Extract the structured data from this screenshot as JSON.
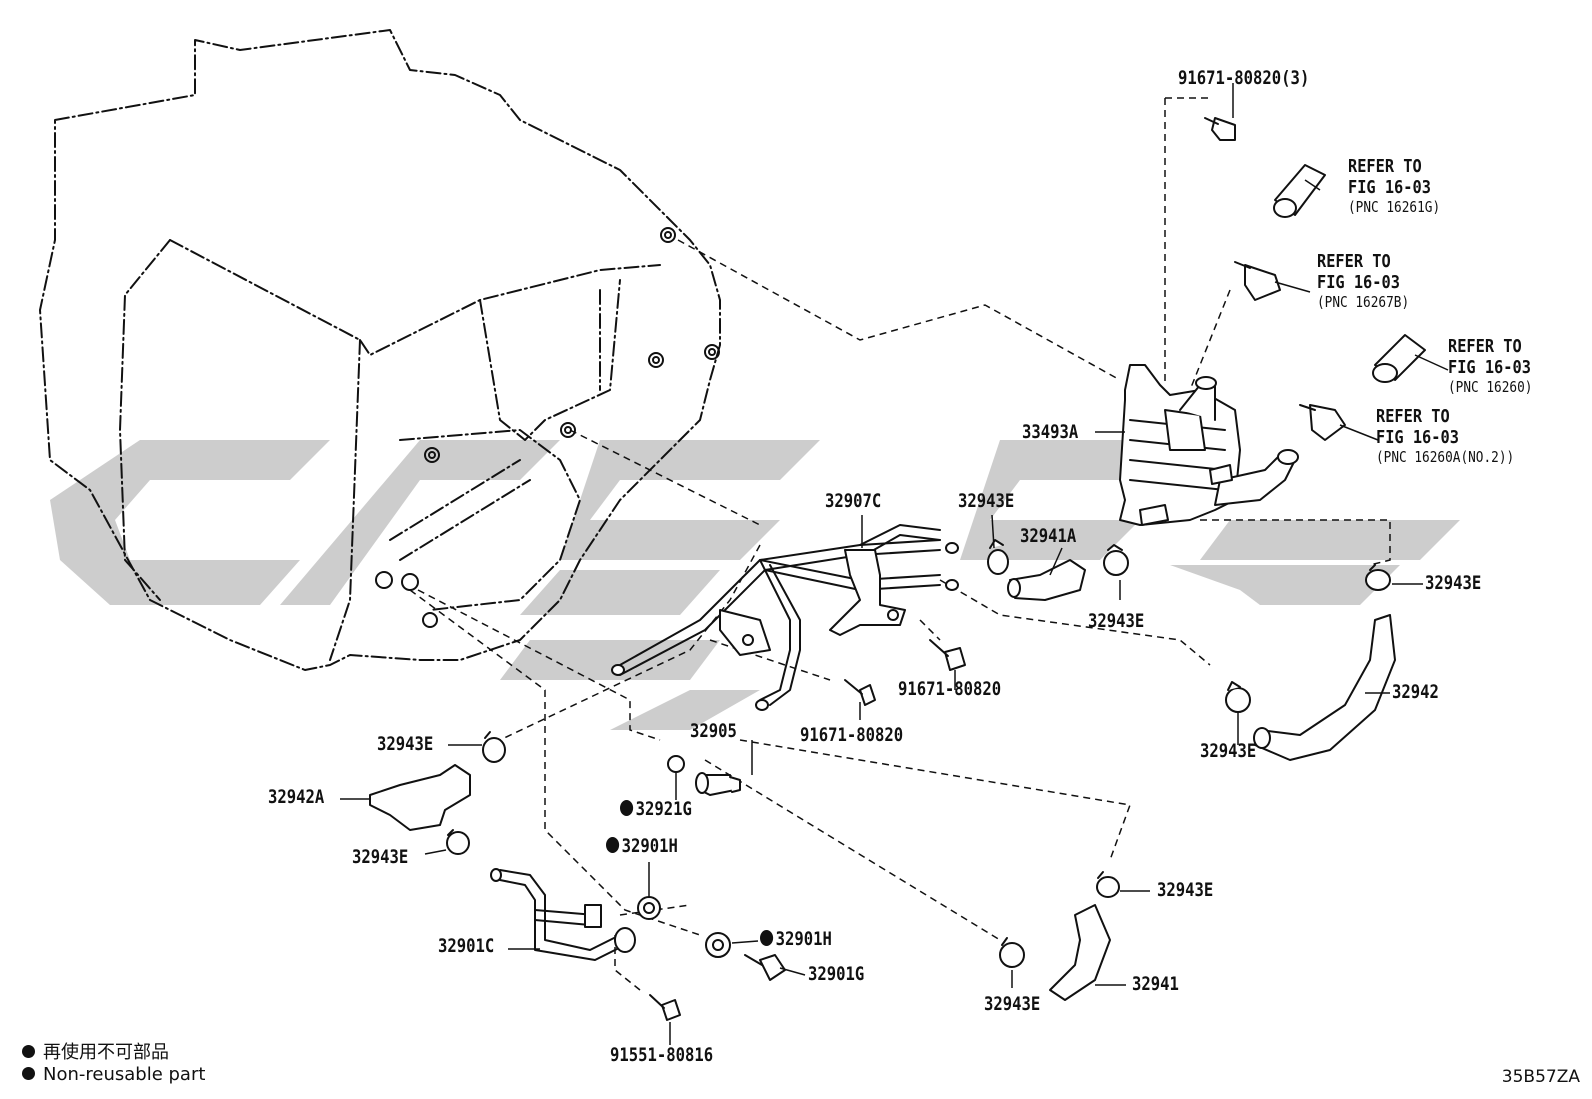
{
  "parts": [
    {
      "key": "p1",
      "label": "91671-80820(3)"
    },
    {
      "key": "p2",
      "label": "33493A"
    },
    {
      "key": "p3",
      "label": "32907C"
    },
    {
      "key": "p4",
      "label": "32943E"
    },
    {
      "key": "p5",
      "label": "32941A"
    },
    {
      "key": "p6",
      "label": "32943E"
    },
    {
      "key": "p7",
      "label": "32943E"
    },
    {
      "key": "p8",
      "label": "91671-80820"
    },
    {
      "key": "p9",
      "label": "32942"
    },
    {
      "key": "p10",
      "label": "32943E"
    },
    {
      "key": "p11",
      "label": "32905"
    },
    {
      "key": "p12",
      "label": "91671-80820"
    },
    {
      "key": "p13",
      "label": "32943E"
    },
    {
      "key": "p14",
      "label": "32942A"
    },
    {
      "key": "p15",
      "label": "32921G",
      "nonreusable": true
    },
    {
      "key": "p16",
      "label": "32901H",
      "nonreusable": true
    },
    {
      "key": "p17",
      "label": "32943E"
    },
    {
      "key": "p18",
      "label": "32943E"
    },
    {
      "key": "p19",
      "label": "32901C"
    },
    {
      "key": "p20",
      "label": "32901H",
      "nonreusable": true
    },
    {
      "key": "p21",
      "label": "32901G"
    },
    {
      "key": "p22",
      "label": "32943E"
    },
    {
      "key": "p23",
      "label": "32941"
    },
    {
      "key": "p24",
      "label": "91551-80816"
    }
  ],
  "refs": [
    {
      "key": "r1",
      "line1": "REFER TO",
      "line2": "FIG 16-03",
      "line3": "(PNC 16261G)"
    },
    {
      "key": "r2",
      "line1": "REFER TO",
      "line2": "FIG 16-03",
      "line3": "(PNC 16267B)"
    },
    {
      "key": "r3",
      "line1": "REFER TO",
      "line2": "FIG 16-03",
      "line3": "(PNC 16260)"
    },
    {
      "key": "r4",
      "line1": "REFER TO",
      "line2": "FIG 16-03",
      "line3": "(PNC 16260A(NO.2))"
    }
  ],
  "legend": {
    "line_jp": "再使用不可部品",
    "line_en": "Non-reusable part"
  },
  "figure_code": "35B57ZA",
  "colors": {
    "line": "#111111",
    "watermark": "#c8c8c8",
    "background": "#ffffff"
  }
}
